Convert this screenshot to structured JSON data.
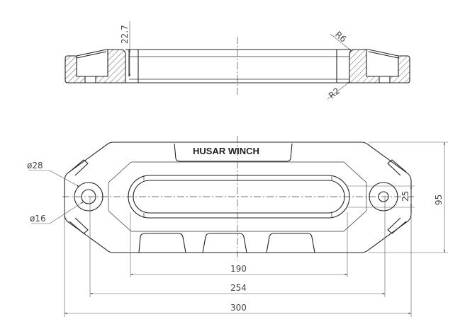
{
  "brand": "HUSAR WINCH",
  "dimensions": {
    "height_section": "22.7",
    "radius_top": "R6",
    "radius_bottom": "R2",
    "hole_outer_dia": "ø28",
    "hole_inner_dia": "ø16",
    "slot_width": "25",
    "overall_height": "95",
    "slot_length": "190",
    "hole_spacing": "254",
    "overall_length": "300"
  }
}
